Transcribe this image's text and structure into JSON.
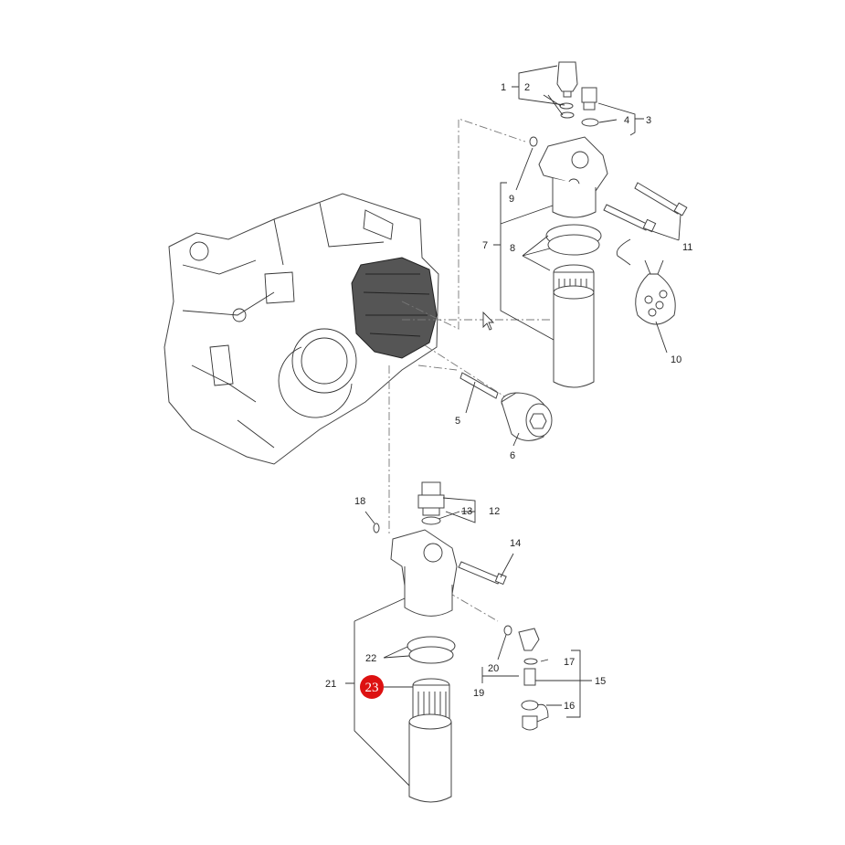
{
  "labels": {
    "l1": "1",
    "l2": "2",
    "l3": "3",
    "l4": "4",
    "l5": "5",
    "l6": "6",
    "l7": "7",
    "l8": "8",
    "l9": "9",
    "l10": "10",
    "l11": "11",
    "l12": "12",
    "l13": "13",
    "l14": "14",
    "l15": "15",
    "l16": "16",
    "l17": "17",
    "l18": "18",
    "l19": "19",
    "l20": "20",
    "l21": "21",
    "l22": "22",
    "l23": "23"
  },
  "highlight": {
    "label": "23",
    "color": "#dd1111"
  },
  "colors": {
    "line": "#333333",
    "highlight_block": "#555555"
  }
}
